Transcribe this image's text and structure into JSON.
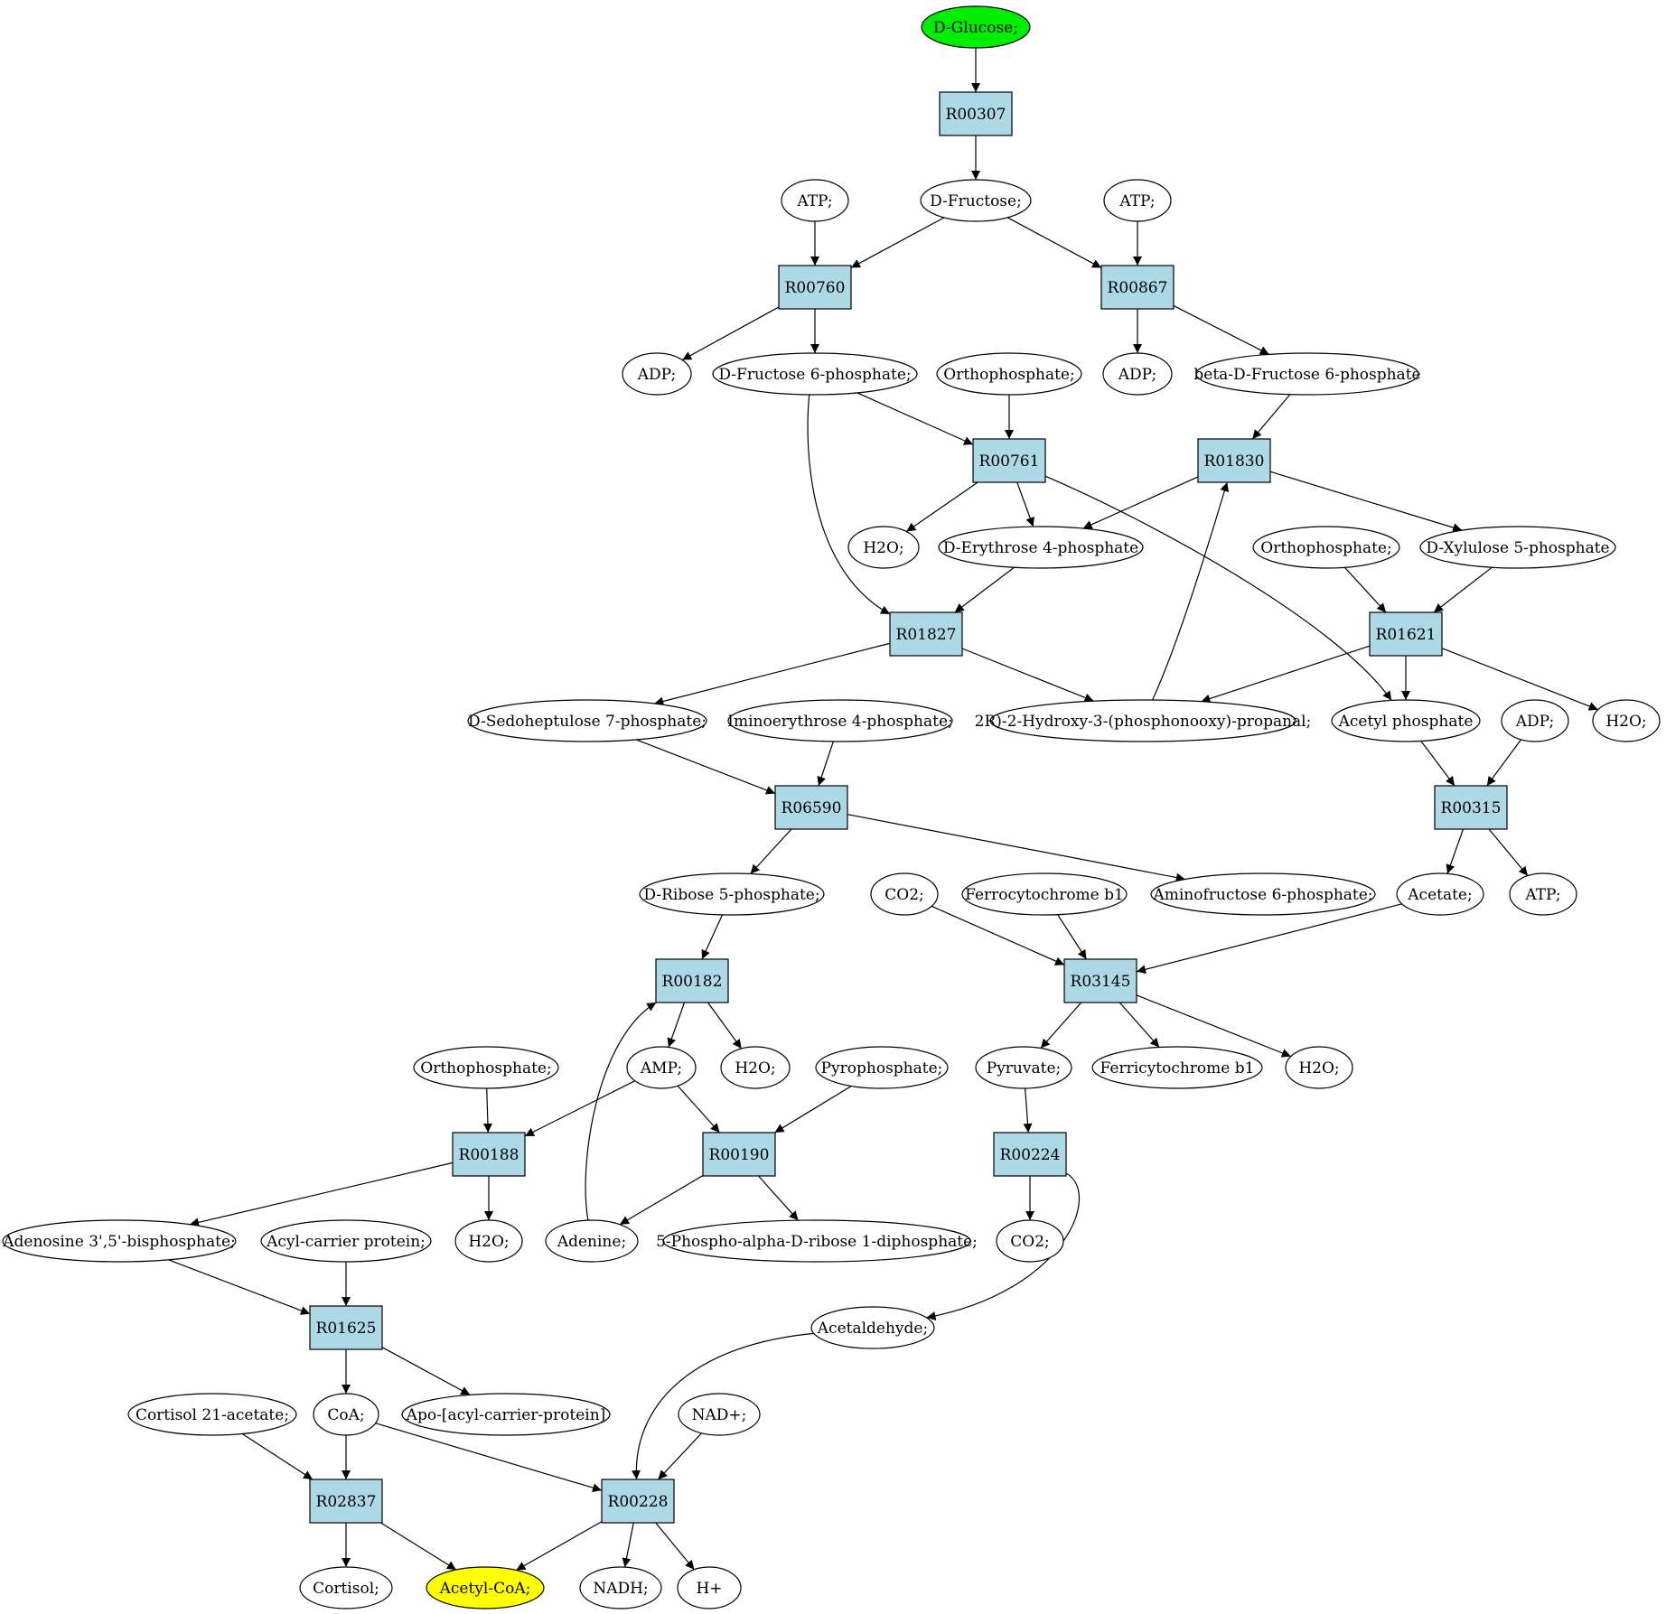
{
  "colors": {
    "reaction_fill": "#add8e6",
    "metabolite_fill": "#ffffff",
    "start_fill": "#00ee00",
    "target_fill": "#ffff00",
    "stroke": "#000000"
  },
  "nodes": [
    {
      "id": "glucose",
      "kind": "start",
      "label": "D-Glucose;"
    },
    {
      "id": "R00307",
      "kind": "reaction",
      "label": "R00307"
    },
    {
      "id": "atp1",
      "kind": "metabolite",
      "label": "ATP;"
    },
    {
      "id": "fructose",
      "kind": "metabolite",
      "label": "D-Fructose;"
    },
    {
      "id": "atp2",
      "kind": "metabolite",
      "label": "ATP;"
    },
    {
      "id": "R00760",
      "kind": "reaction",
      "label": "R00760"
    },
    {
      "id": "R00867",
      "kind": "reaction",
      "label": "R00867"
    },
    {
      "id": "adp1",
      "kind": "metabolite",
      "label": "ADP;"
    },
    {
      "id": "f6p",
      "kind": "metabolite",
      "label": "D-Fructose 6-phosphate;"
    },
    {
      "id": "pi1",
      "kind": "metabolite",
      "label": "Orthophosphate;"
    },
    {
      "id": "adp2",
      "kind": "metabolite",
      "label": "ADP;"
    },
    {
      "id": "bf6p",
      "kind": "metabolite",
      "label": "beta-D-Fructose 6-phosphate"
    },
    {
      "id": "R00761",
      "kind": "reaction",
      "label": "R00761"
    },
    {
      "id": "R01830",
      "kind": "reaction",
      "label": "R01830"
    },
    {
      "id": "h2o1",
      "kind": "metabolite",
      "label": "H2O;"
    },
    {
      "id": "e4p",
      "kind": "metabolite",
      "label": "D-Erythrose 4-phosphate"
    },
    {
      "id": "pi2",
      "kind": "metabolite",
      "label": "Orthophosphate;"
    },
    {
      "id": "x5p",
      "kind": "metabolite",
      "label": "D-Xylulose 5-phosphate"
    },
    {
      "id": "R01827",
      "kind": "reaction",
      "label": "R01827"
    },
    {
      "id": "R01621",
      "kind": "reaction",
      "label": "R01621"
    },
    {
      "id": "s7p",
      "kind": "metabolite",
      "label": "D-Sedoheptulose 7-phosphate;"
    },
    {
      "id": "ie4p",
      "kind": "metabolite",
      "label": "Iminoerythrose 4-phosphate;"
    },
    {
      "id": "g3p",
      "kind": "metabolite",
      "label": "2R)-2-Hydroxy-3-(phosphonooxy)-propanal;"
    },
    {
      "id": "acp",
      "kind": "metabolite",
      "label": "Acetyl phosphate"
    },
    {
      "id": "adp3",
      "kind": "metabolite",
      "label": "ADP;"
    },
    {
      "id": "h2o2",
      "kind": "metabolite",
      "label": "H2O;"
    },
    {
      "id": "R06590",
      "kind": "reaction",
      "label": "R06590"
    },
    {
      "id": "R00315",
      "kind": "reaction",
      "label": "R00315"
    },
    {
      "id": "r5p",
      "kind": "metabolite",
      "label": "D-Ribose 5-phosphate;"
    },
    {
      "id": "co2a",
      "kind": "metabolite",
      "label": "CO2;"
    },
    {
      "id": "ferro",
      "kind": "metabolite",
      "label": "Ferrocytochrome b1"
    },
    {
      "id": "af6p",
      "kind": "metabolite",
      "label": "Aminofructose 6-phosphate;"
    },
    {
      "id": "acetate",
      "kind": "metabolite",
      "label": "Acetate;"
    },
    {
      "id": "atp3",
      "kind": "metabolite",
      "label": "ATP;"
    },
    {
      "id": "R00182",
      "kind": "reaction",
      "label": "R00182"
    },
    {
      "id": "R03145",
      "kind": "reaction",
      "label": "R03145"
    },
    {
      "id": "pi3",
      "kind": "metabolite",
      "label": "Orthophosphate;"
    },
    {
      "id": "amp",
      "kind": "metabolite",
      "label": "AMP;"
    },
    {
      "id": "h2o3",
      "kind": "metabolite",
      "label": "H2O;"
    },
    {
      "id": "ppi",
      "kind": "metabolite",
      "label": "Pyrophosphate;"
    },
    {
      "id": "pyruvate",
      "kind": "metabolite",
      "label": "Pyruvate;"
    },
    {
      "id": "ferri",
      "kind": "metabolite",
      "label": "Ferricytochrome b1"
    },
    {
      "id": "h2o4",
      "kind": "metabolite",
      "label": "H2O;"
    },
    {
      "id": "R00188",
      "kind": "reaction",
      "label": "R00188"
    },
    {
      "id": "R00190",
      "kind": "reaction",
      "label": "R00190"
    },
    {
      "id": "R00224",
      "kind": "reaction",
      "label": "R00224"
    },
    {
      "id": "pap",
      "kind": "metabolite",
      "label": "Adenosine 3',5'-bisphosphate;"
    },
    {
      "id": "acpr",
      "kind": "metabolite",
      "label": "Acyl-carrier protein;"
    },
    {
      "id": "h2o5",
      "kind": "metabolite",
      "label": "H2O;"
    },
    {
      "id": "adenine",
      "kind": "metabolite",
      "label": "Adenine;"
    },
    {
      "id": "prpp",
      "kind": "metabolite",
      "label": "5-Phospho-alpha-D-ribose 1-diphosphate;"
    },
    {
      "id": "co2b",
      "kind": "metabolite",
      "label": "CO2;"
    },
    {
      "id": "R01625",
      "kind": "reaction",
      "label": "R01625"
    },
    {
      "id": "acald",
      "kind": "metabolite",
      "label": "Acetaldehyde;"
    },
    {
      "id": "cort21",
      "kind": "metabolite",
      "label": "Cortisol 21-acetate;"
    },
    {
      "id": "coa",
      "kind": "metabolite",
      "label": "CoA;"
    },
    {
      "id": "apoacp",
      "kind": "metabolite",
      "label": "Apo-[acyl-carrier-protein]"
    },
    {
      "id": "nadp",
      "kind": "metabolite",
      "label": "NAD+;"
    },
    {
      "id": "R02837",
      "kind": "reaction",
      "label": "R02837"
    },
    {
      "id": "R00228",
      "kind": "reaction",
      "label": "R00228"
    },
    {
      "id": "cortisol",
      "kind": "metabolite",
      "label": "Cortisol;"
    },
    {
      "id": "acoa",
      "kind": "target",
      "label": "Acetyl-CoA;"
    },
    {
      "id": "nadh",
      "kind": "metabolite",
      "label": "NADH;"
    },
    {
      "id": "hplus",
      "kind": "metabolite",
      "label": "H+"
    }
  ],
  "edges": [
    [
      "glucose",
      "R00307"
    ],
    [
      "R00307",
      "fructose"
    ],
    [
      "atp1",
      "R00760"
    ],
    [
      "fructose",
      "R00760"
    ],
    [
      "fructose",
      "R00867"
    ],
    [
      "atp2",
      "R00867"
    ],
    [
      "R00760",
      "adp1"
    ],
    [
      "R00760",
      "f6p"
    ],
    [
      "R00867",
      "adp2"
    ],
    [
      "R00867",
      "bf6p"
    ],
    [
      "f6p",
      "R00761"
    ],
    [
      "pi1",
      "R00761"
    ],
    [
      "f6p",
      "R01827"
    ],
    [
      "bf6p",
      "R01830"
    ],
    [
      "R00761",
      "h2o1"
    ],
    [
      "R00761",
      "e4p"
    ],
    [
      "R00761",
      "acp"
    ],
    [
      "R01830",
      "e4p"
    ],
    [
      "R01830",
      "x5p"
    ],
    [
      "g3p",
      "R01830"
    ],
    [
      "e4p",
      "R01827"
    ],
    [
      "pi2",
      "R01621"
    ],
    [
      "x5p",
      "R01621"
    ],
    [
      "R01827",
      "s7p"
    ],
    [
      "R01827",
      "g3p"
    ],
    [
      "R01621",
      "g3p"
    ],
    [
      "R01621",
      "acp"
    ],
    [
      "R01621",
      "h2o2"
    ],
    [
      "s7p",
      "R06590"
    ],
    [
      "ie4p",
      "R06590"
    ],
    [
      "acp",
      "R00315"
    ],
    [
      "adp3",
      "R00315"
    ],
    [
      "R06590",
      "r5p"
    ],
    [
      "R06590",
      "af6p"
    ],
    [
      "R00315",
      "acetate"
    ],
    [
      "R00315",
      "atp3"
    ],
    [
      "r5p",
      "R00182"
    ],
    [
      "co2a",
      "R03145"
    ],
    [
      "ferro",
      "R03145"
    ],
    [
      "acetate",
      "R03145"
    ],
    [
      "R00182",
      "amp"
    ],
    [
      "R00182",
      "h2o3"
    ],
    [
      "R03145",
      "pyruvate"
    ],
    [
      "R03145",
      "ferri"
    ],
    [
      "R03145",
      "h2o4"
    ],
    [
      "pi3",
      "R00188"
    ],
    [
      "amp",
      "R00188"
    ],
    [
      "amp",
      "R00190"
    ],
    [
      "ppi",
      "R00190"
    ],
    [
      "pyruvate",
      "R00224"
    ],
    [
      "R00188",
      "pap"
    ],
    [
      "R00188",
      "h2o5"
    ],
    [
      "R00190",
      "adenine"
    ],
    [
      "R00190",
      "prpp"
    ],
    [
      "adenine",
      "R00182"
    ],
    [
      "R00224",
      "co2b"
    ],
    [
      "R00224",
      "acald"
    ],
    [
      "pap",
      "R01625"
    ],
    [
      "acpr",
      "R01625"
    ],
    [
      "R01625",
      "coa"
    ],
    [
      "R01625",
      "apoacp"
    ],
    [
      "cort21",
      "R02837"
    ],
    [
      "coa",
      "R02837"
    ],
    [
      "coa",
      "R00228"
    ],
    [
      "acald",
      "R00228"
    ],
    [
      "nadp",
      "R00228"
    ],
    [
      "R02837",
      "cortisol"
    ],
    [
      "R02837",
      "acoa"
    ],
    [
      "R00228",
      "acoa"
    ],
    [
      "R00228",
      "nadh"
    ],
    [
      "R00228",
      "hplus"
    ]
  ]
}
